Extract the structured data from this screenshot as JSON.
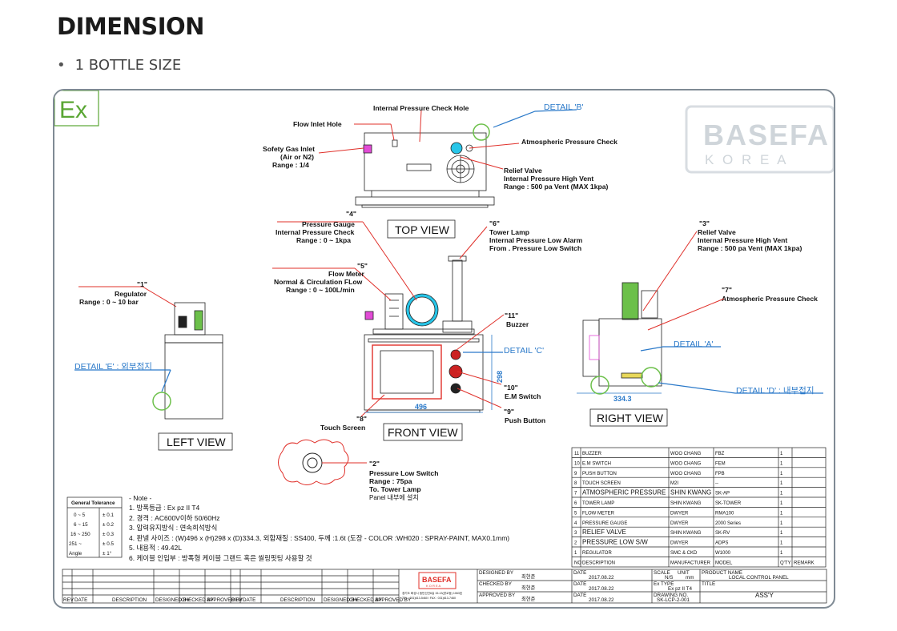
{
  "header": {
    "title": "DIMENSION",
    "subtitle": "1 BOTTLE SIZE"
  },
  "drawing": {
    "ex_mark": "Ex",
    "logo": {
      "main": "BASEFA",
      "sub": "K O R E A"
    },
    "views": {
      "top": "TOP VIEW",
      "front": "FRONT VIEW",
      "left": "LEFT VIEW",
      "right": "RIGHT VIEW"
    },
    "top_labels": {
      "internal_check_hole": "Internal Pressure Check Hole",
      "detail_b": "DETAIL 'B'",
      "flow_inlet": "Flow Inlet Hole",
      "safety_gas_1": "Sofety Gas Inlet",
      "safety_gas_2": "(Air or N2)",
      "safety_gas_3": "Range : 1/4",
      "atmospheric": "Atmospheric Pressure Check",
      "relief_1": "Relief Valve",
      "relief_2": "Internal Pressure High Vent",
      "relief_3": "Range : 500 pa Vent (MAX 1kpa)"
    },
    "callouts": {
      "c4_num": "\"4\"",
      "c4_1": "Pressure Gauge",
      "c4_2": "Internal Pressure Check",
      "c4_3": "Range : 0 ~ 1kpa",
      "c6_num": "\"6\"",
      "c6_1": "Tower Lamp",
      "c6_2": "Internal Pressure Low Alarm",
      "c6_3": "From . Pressure Low Switch",
      "c3_num": "\"3\"",
      "c3_1": "Relief Valve",
      "c3_2": "Internal Pressure High Vent",
      "c3_3": "Range : 500 pa Vent (MAX 1kpa)",
      "c5_num": "\"5\"",
      "c5_1": "Flow Meter",
      "c5_2": "Normal & Circulation FLow",
      "c5_3": "Range : 0 ~ 100L/min",
      "c1_num": "\"1\"",
      "c1_1": "Regulator",
      "c1_2": "Range : 0 ~ 10 bar",
      "c7_num": "\"7\"",
      "c7_1": "Atmospheric Pressure Check",
      "c11_num": "\"11\"",
      "c11_1": "Buzzer",
      "c10_num": "\"10\"",
      "c10_1": "E.M Switch",
      "c9_num": "\"9\"",
      "c9_1": "Push Button",
      "c8_num": "\"8\"",
      "c8_1": "Touch Screen",
      "c2_num": "\"2\"",
      "c2_1": "Pressure Low Switch",
      "c2_2": "Range : 75pa",
      "c2_3": "To. Tower Lamp",
      "c2_4": "Panel 내부에 설치"
    },
    "details": {
      "c": "DETAIL 'C'",
      "a": "DETAIL 'A'",
      "d": "DETAIL 'D' : 내부접지",
      "e": "DETAIL 'E' : 외부접지"
    },
    "dimensions": {
      "width": "496",
      "height": "298",
      "depth": "334.3"
    },
    "tolerance": {
      "title": "General Tolerance",
      "rows": [
        [
          "0 ~ 5",
          "± 0.1"
        ],
        [
          "6 ~ 15",
          "± 0.2"
        ],
        [
          "16 ~ 250",
          "± 0.3"
        ],
        [
          "251 ~",
          "± 0.5"
        ],
        [
          "Angle",
          "± 1°"
        ]
      ]
    },
    "notes": {
      "title": "- Note -",
      "items": [
        "1. 방폭등급 : Ex pz II T4",
        "2. 경격 : AC600V이하  50/60Hz",
        "3. 압력유지방식 : 연속희석방식",
        "4. 판넬 사이즈 : (W)496 x (H)298 x (D)334.3, 외함재질 : SS400, 두께 :1.6t (도장 - COLOR :WH020  : SPRAY-PAINT, MAX0.1mm)",
        "5. 내용적 : 49.42L",
        "6. 케이블 인입부 : 방폭형 케이블 그랜드 혹은 씰링핏팅 사용할 것"
      ]
    },
    "bom": {
      "header": [
        "NO",
        "DESCRIPTION",
        "MANUFACTURER",
        "MODEL",
        "Q'TY",
        "REMARK"
      ],
      "rows": [
        [
          "11",
          "BUZZER",
          "WOO CHANG",
          "FBZ",
          "1",
          ""
        ],
        [
          "10",
          "E.M SWITCH",
          "WOO CHANG",
          "FEM",
          "1",
          ""
        ],
        [
          "9",
          "PUSH BUTTON",
          "WOO CHANG",
          "FPB",
          "1",
          ""
        ],
        [
          "8",
          "TOUCH SCREEN",
          "M2I",
          "--",
          "1",
          ""
        ],
        [
          "7",
          "ATMOSPHERIC PRESSURE",
          "SHIN KWANG",
          "SK-AP",
          "1",
          ""
        ],
        [
          "6",
          "TOWER LAMP",
          "SHIN KWANG",
          "SK-TOWER",
          "1",
          ""
        ],
        [
          "5",
          "FLOW METER",
          "DWYER",
          "RMA100",
          "1",
          ""
        ],
        [
          "4",
          "PRESSURE GAUGE",
          "DWYER",
          "2000 Series",
          "1",
          ""
        ],
        [
          "3",
          "RELIEF VALVE",
          "SHIN KWANG",
          "SK-RV",
          "1",
          ""
        ],
        [
          "2",
          "PRESSURE LOW  S/W",
          "DWYER",
          "ADPS",
          "1",
          ""
        ],
        [
          "1",
          "REGULATOR",
          "SMC & CKD",
          "W1000",
          "1",
          ""
        ]
      ]
    },
    "title_block": {
      "rev_headers": [
        "REV",
        "DATE",
        "DESCRIPTION",
        "DESIGNED BY",
        "CHECKED BY",
        "APPROVED BY"
      ],
      "designed_by": "DESIGNED BY",
      "checked_by": "CHECKED BY",
      "approved_by": "APPROVED BY",
      "person": "최현준",
      "date_label": "DATE",
      "date": "2017.08.22",
      "scale_label": "SCALE",
      "scale": "N/S",
      "unit_label": "UNIT",
      "unit": "mm",
      "product_label": "PRODUCT NAME",
      "product": "LOCAL CONTROL PANEL",
      "ex_type_label": "Ex TYPE",
      "ex_type": "Ex pz II T4",
      "title_label": "TITLE",
      "title": "ASS'Y",
      "drawing_no_label": "DRAWING NO.",
      "drawing_no": "SK-LCP-2-001",
      "company_line1": "경기도 화성시 동탄산단6길 15-13(방교동) 1063호",
      "company_line2": "TEL : 031)613-5460 / FAX : 031)613-7460"
    }
  },
  "colors": {
    "frame": "#7f8a94",
    "callout": "#e0302a",
    "detail": "#2a79c9",
    "ex_green": "#5aa634",
    "circle_green": "#6cc04a"
  }
}
